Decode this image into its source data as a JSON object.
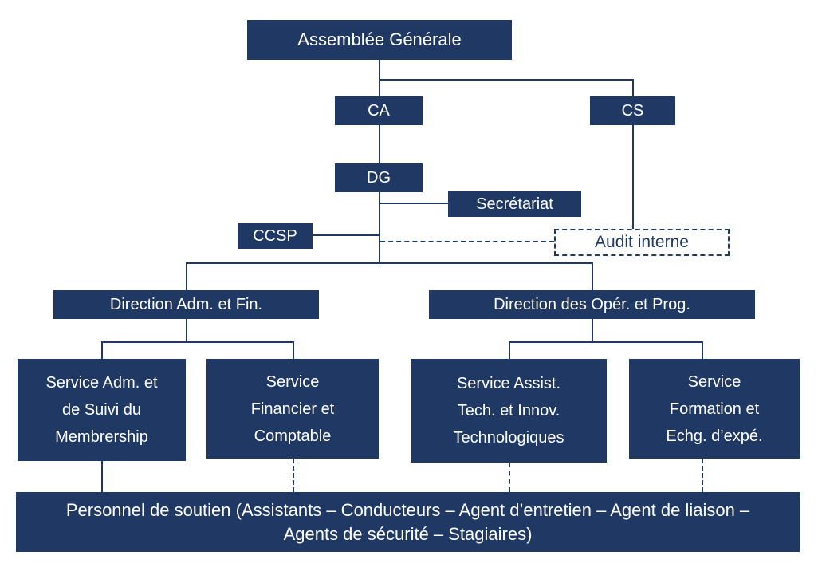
{
  "colors": {
    "background": "#ffffff",
    "box_fill": "#1f3864",
    "box_text": "#ffffff",
    "line": "#1f3864",
    "audit_fill": "#ffffff",
    "audit_text": "#1f3864"
  },
  "nodes": {
    "assemblee": "Assemblée Générale",
    "ca": "CA",
    "cs": "CS",
    "dg": "DG",
    "secretariat": "Secrétariat",
    "ccsp": "CCSP",
    "audit": "Audit interne",
    "dir_adm_fin": "Direction Adm. et Fin.",
    "dir_oper_prog": "Direction des Opér. et Prog.",
    "svc_adm_membership": "Service Adm. et de Suivi du Membrership",
    "svc_financier": "Service Financier et Comptable",
    "svc_assist_tech": "Service Assist. Tech. et Innov. Technologiques",
    "svc_formation": "Service Formation et Echg. d’expé.",
    "personnel": "Personnel de soutien (Assistants – Conducteurs – Agent d’entretien – Agent de liaison – Agents de sécurité – Stagiaires)"
  }
}
